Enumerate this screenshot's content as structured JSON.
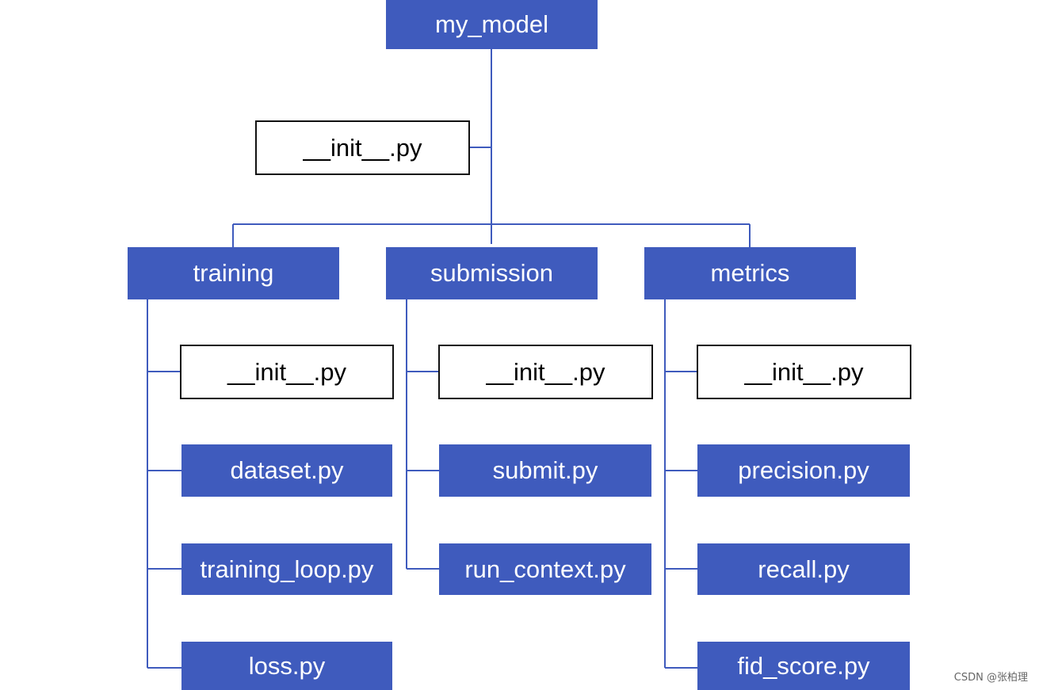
{
  "colors": {
    "node_fill": "#3f5bbd",
    "node_text": "#ffffff",
    "file_border": "#111111",
    "connector": "#3f5bbd"
  },
  "root": {
    "label": "my_model",
    "init_file": "__init__.py"
  },
  "packages": [
    {
      "label": "training",
      "files": [
        "__init__.py",
        "dataset.py",
        "training_loop.py",
        "loss.py"
      ]
    },
    {
      "label": "submission",
      "files": [
        "__init__.py",
        "submit.py",
        "run_context.py"
      ]
    },
    {
      "label": "metrics",
      "files": [
        "__init__.py",
        "precision.py",
        "recall.py",
        "fid_score.py"
      ]
    }
  ],
  "watermark": "CSDN @张柏理"
}
